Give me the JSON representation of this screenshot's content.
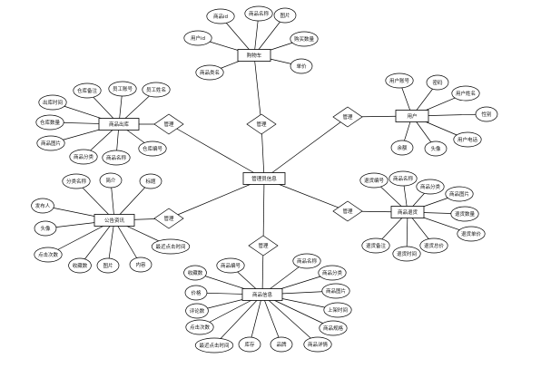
{
  "center": {
    "label": "管理员信息"
  },
  "relation_label": "管理",
  "entities": [
    {
      "id": "cart",
      "label": "购物车",
      "attributes": [
        "商品id",
        "商品名称",
        "图片",
        "购买数量",
        "单价",
        "商品类名",
        "用户id"
      ]
    },
    {
      "id": "user",
      "label": "用户",
      "attributes": [
        "用户账号",
        "密码",
        "用户姓名",
        "性别",
        "用户电话",
        "头像",
        "余额"
      ]
    },
    {
      "id": "stock",
      "label": "商品出库",
      "attributes": [
        "出库时间",
        "仓库备注",
        "员工账号",
        "员工姓名",
        "仓库数量",
        "商品图片",
        "商品分类",
        "商品名称",
        "仓库编号"
      ]
    },
    {
      "id": "forum",
      "label": "公告资讯",
      "attributes": [
        "分类名称",
        "简介",
        "标题",
        "发布人",
        "头像",
        "点击次数",
        "收藏数",
        "图片",
        "内容",
        "最近点击时间"
      ]
    },
    {
      "id": "return",
      "label": "商品退货",
      "attributes": [
        "退货编号",
        "商品名称",
        "商品分类",
        "商品图片",
        "退货数量",
        "退货单价",
        "退货总价",
        "退货时间",
        "退货备注"
      ]
    },
    {
      "id": "product",
      "label": "商品信息",
      "attributes": [
        "商品编号",
        "商品名称",
        "商品分类",
        "商品图片",
        "上架时间",
        "商品规格",
        "商品详情",
        "品牌",
        "库存",
        "最近点击时间",
        "点击次数",
        "评论数",
        "价格",
        "收藏数"
      ]
    }
  ]
}
